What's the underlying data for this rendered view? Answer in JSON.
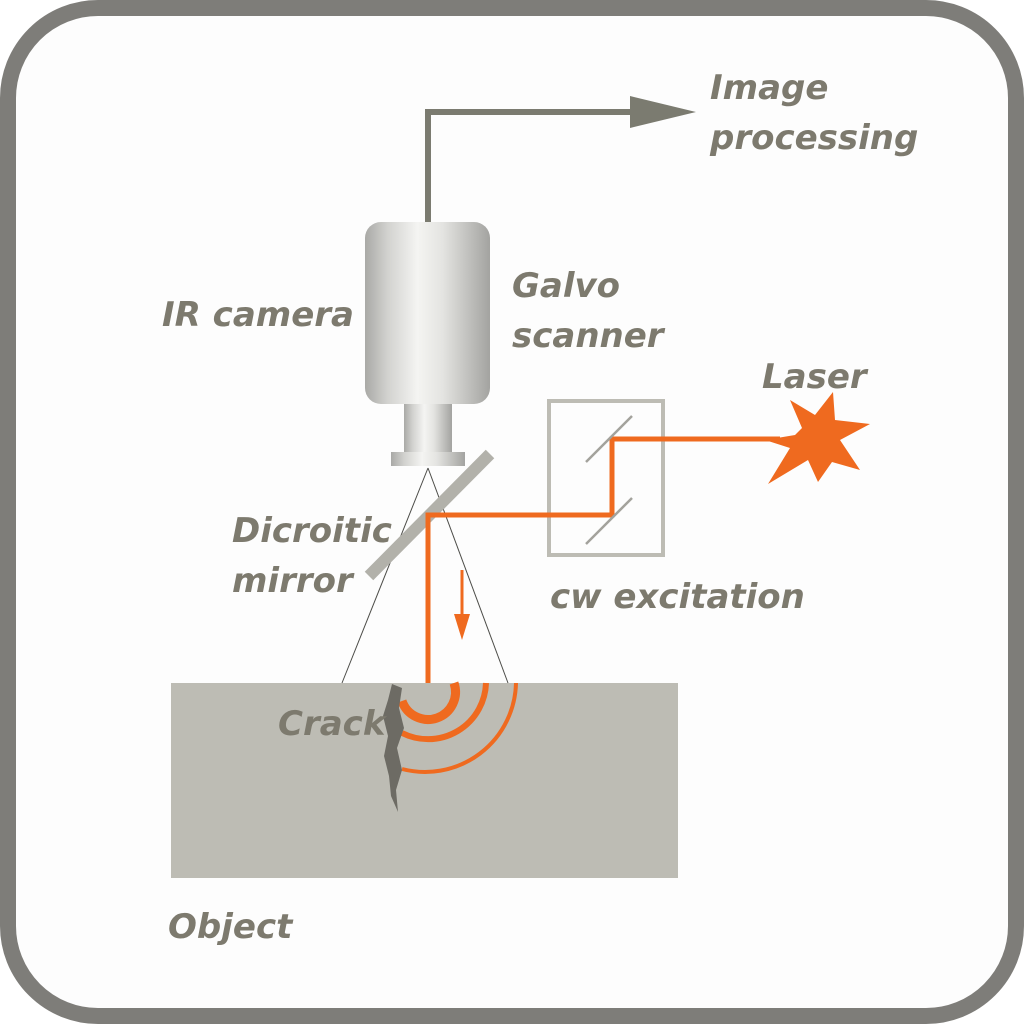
{
  "colors": {
    "frame": "#7e7d79",
    "background": "#fdfdfd",
    "object": "#bdbcb4",
    "laser": "#ef6a1f",
    "arrow": "#7b7b70",
    "label": "#7d7a6e",
    "mirror": "#b2b1aa",
    "crack": "#6d6b64"
  },
  "labels": {
    "image_processing_line1": "Image",
    "image_processing_line2": "processing",
    "galvo_line1": "Galvo",
    "galvo_line2": "scanner",
    "ir_camera": "IR camera",
    "laser": "Laser",
    "dicroitic_line1": "Dicroitic",
    "dicroitic_line2": "mirror",
    "cw_excitation": "cw excitation",
    "crack": "Crack",
    "object": "Object"
  },
  "icons": {
    "camera": "camera-icon",
    "laser": "laser-burst-icon"
  }
}
